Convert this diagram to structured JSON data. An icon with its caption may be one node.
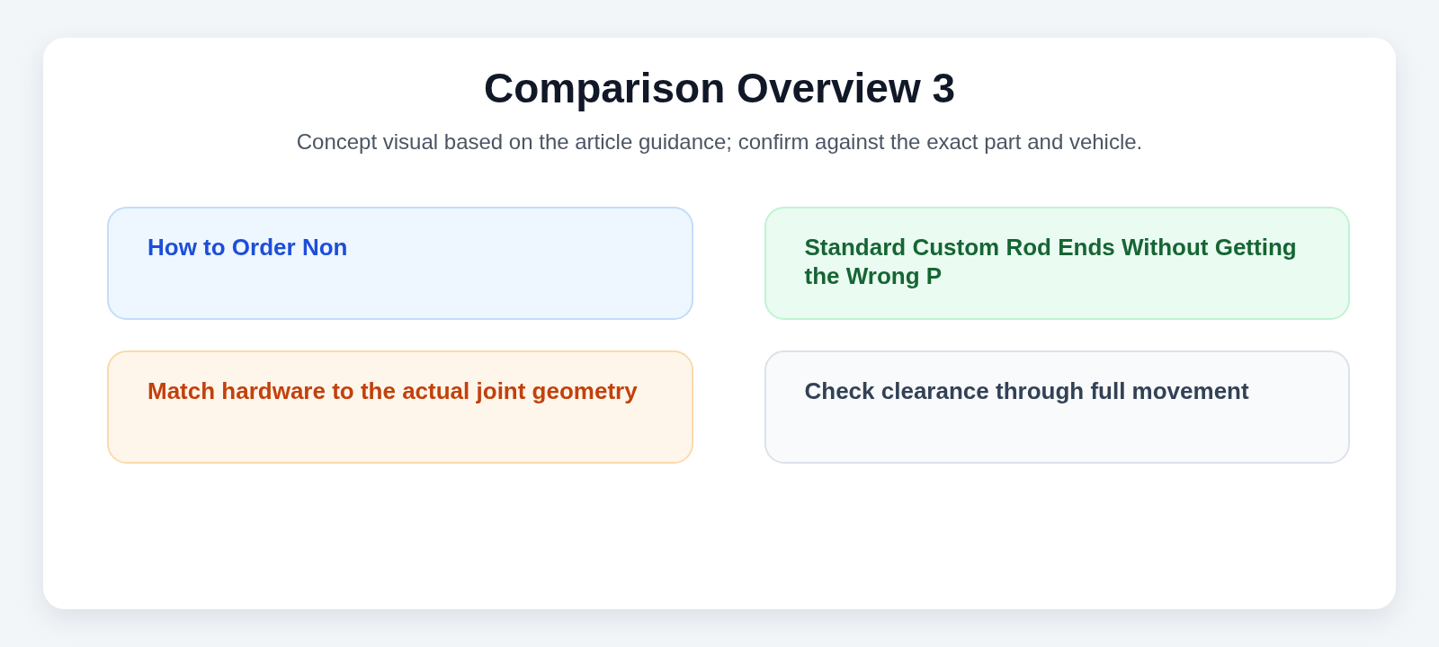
{
  "diagram": {
    "title": "Comparison Overview 3",
    "nodes": [
      {
        "text": [
          "How to Order Non"
        ]
      },
      {
        "text": [
          "Standard Custom Rod Ends Without Getting the Wrong P"
        ]
      },
      {
        "text": [
          "Match hardware to the actual joint geometry"
        ]
      },
      {
        "text": [
          "Check clearance through full movement"
        ]
      }
    ],
    "labels": [
      "Concept visual based on the article guidance; confirm against the exact part and vehicle."
    ]
  }
}
